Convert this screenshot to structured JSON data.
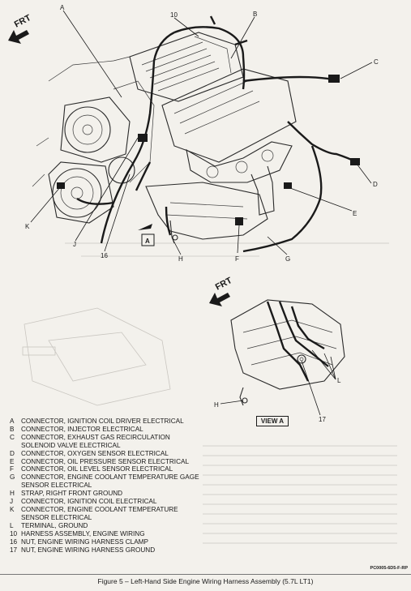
{
  "diagram": {
    "frt_label": "FRT",
    "callouts": {
      "A": "A",
      "B": "B",
      "C": "C",
      "D": "D",
      "E": "E",
      "F": "F",
      "G": "G",
      "H": "H",
      "J": "J",
      "K": "K",
      "L": "L",
      "n10": "10",
      "n16": "16",
      "n17": "17"
    },
    "view_marker": "A",
    "view_a_label": "VIEW A"
  },
  "legend": [
    {
      "key": "A",
      "text": "CONNECTOR, IGNITION COIL DRIVER ELECTRICAL",
      "cont": ""
    },
    {
      "key": "B",
      "text": "CONNECTOR, INJECTOR ELECTRICAL",
      "cont": ""
    },
    {
      "key": "C",
      "text": "CONNECTOR, EXHAUST GAS RECIRCULATION",
      "cont": "SOLENOID VALVE ELECTRICAL"
    },
    {
      "key": "D",
      "text": "CONNECTOR, OXYGEN SENSOR ELECTRICAL",
      "cont": ""
    },
    {
      "key": "E",
      "text": "CONNECTOR, OIL PRESSURE SENSOR ELECTRICAL",
      "cont": ""
    },
    {
      "key": "F",
      "text": "CONNECTOR, OIL LEVEL SENSOR ELECTRICAL",
      "cont": ""
    },
    {
      "key": "G",
      "text": "CONNECTOR, ENGINE COOLANT TEMPERATURE GAGE",
      "cont": "SENSOR ELECTRICAL"
    },
    {
      "key": "H",
      "text": "STRAP, RIGHT FRONT GROUND",
      "cont": ""
    },
    {
      "key": "J",
      "text": "CONNECTOR, IGNITION COIL ELECTRICAL",
      "cont": ""
    },
    {
      "key": "K",
      "text": "CONNECTOR, ENGINE COOLANT TEMPERATURE",
      "cont": "SENSOR ELECTRICAL"
    },
    {
      "key": "L",
      "text": "TERMINAL, GROUND",
      "cont": ""
    },
    {
      "key": "10",
      "text": "HARNESS ASSEMBLY, ENGINE WIRING",
      "cont": ""
    },
    {
      "key": "16",
      "text": "NUT, ENGINE WIRING HARNESS CLAMP",
      "cont": ""
    },
    {
      "key": "17",
      "text": "NUT, ENGINE WIRING HARNESS GROUND",
      "cont": ""
    }
  ],
  "figure_code": "PC0005-6D5-F-RP",
  "caption": "Figure 5 – Left-Hand Side Engine Wiring Harness Assembly (5.7L LT1)"
}
